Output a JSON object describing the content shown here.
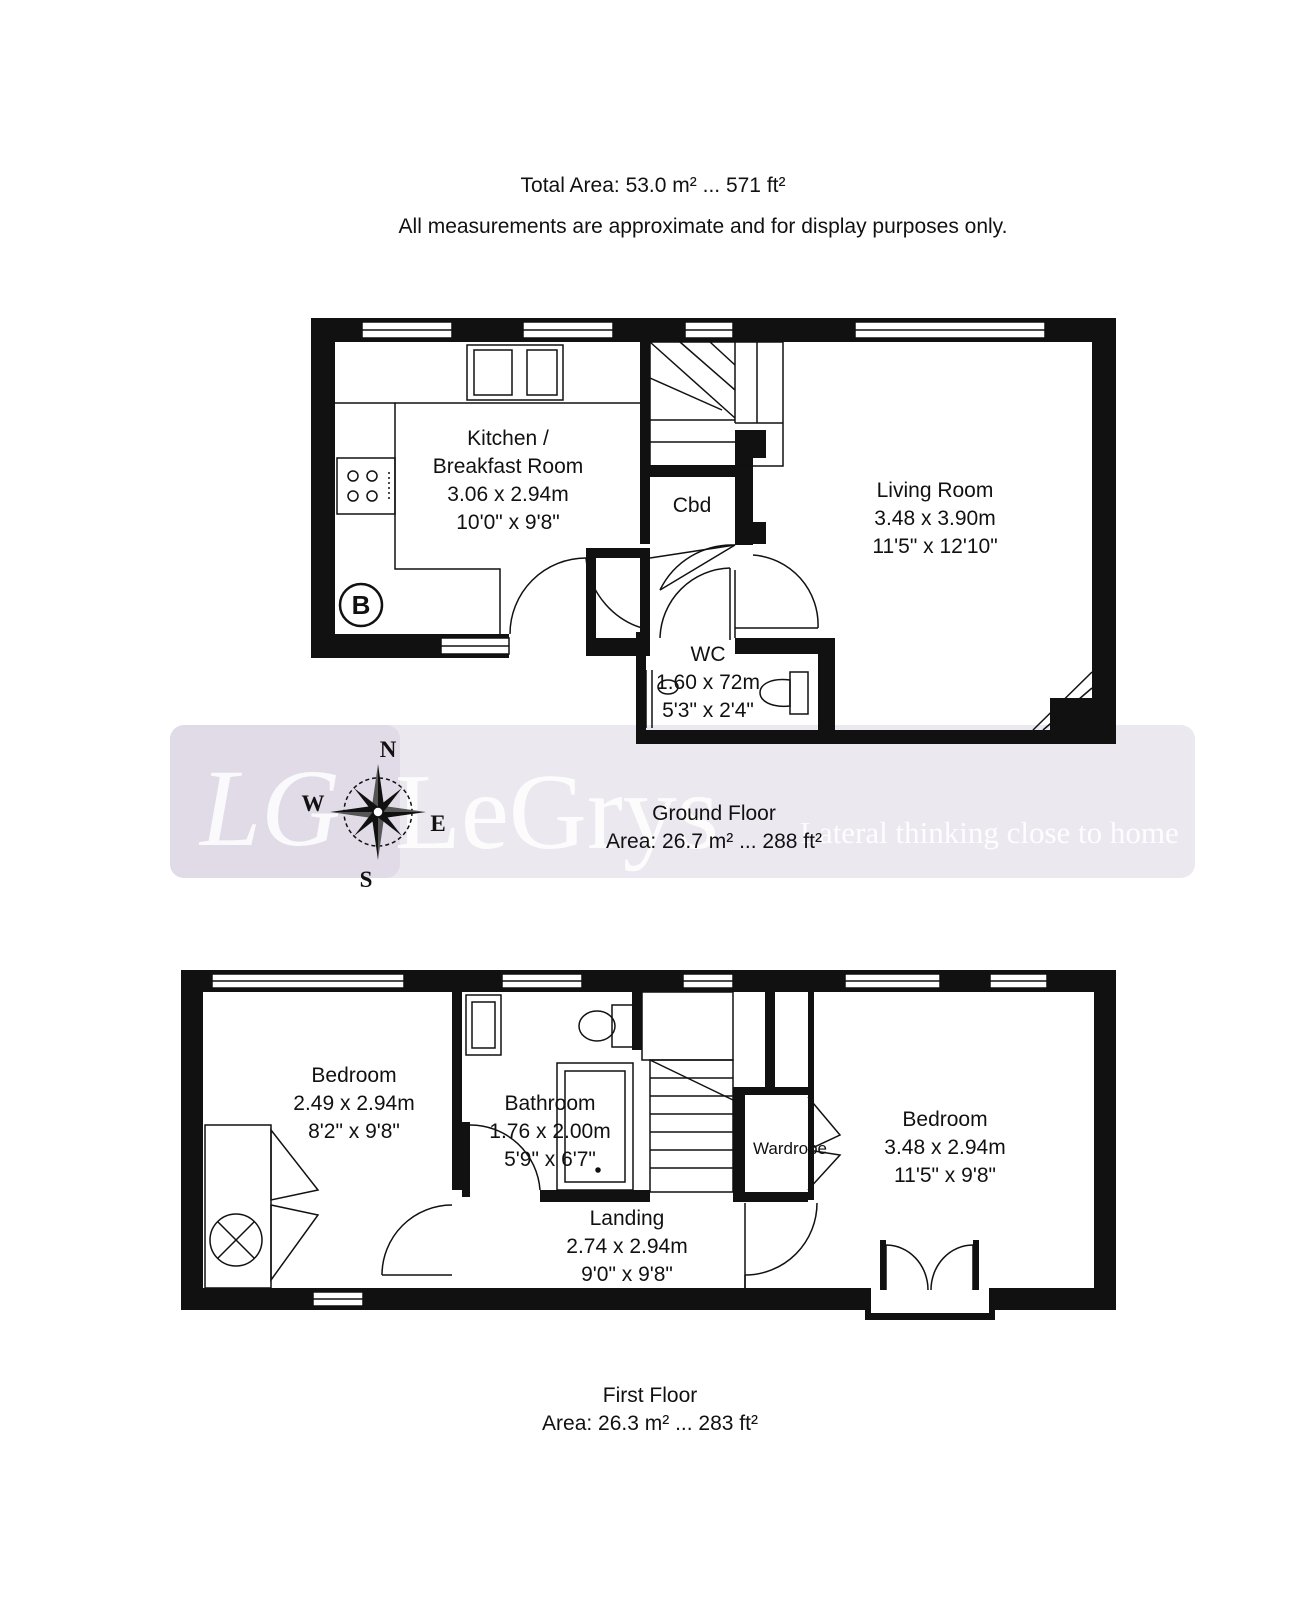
{
  "header": {
    "total_area": "Total Area: 53.0 m² ... 571 ft²",
    "disclaimer": "All measurements are approximate and for display purposes only."
  },
  "ground_floor": {
    "name": "Ground Floor",
    "area": "Area: 26.7 m² ... 288 ft²",
    "rooms": {
      "kitchen": {
        "line1": "Kitchen /",
        "line2": "Breakfast Room",
        "metric": "3.06 x 2.94m",
        "imperial": "10'0\" x 9'8\""
      },
      "living": {
        "name": "Living Room",
        "metric": "3.48 x 3.90m",
        "imperial": "11'5\" x 12'10\""
      },
      "cbd": {
        "name": "Cbd"
      },
      "wc": {
        "name": "WC",
        "metric": "1.60 x 72m",
        "imperial": "5'3\" x 2'4\""
      }
    },
    "boiler_symbol": "B"
  },
  "first_floor": {
    "name": "First Floor",
    "area": "Area: 26.3 m² ... 283 ft²",
    "rooms": {
      "bedroom1": {
        "name": "Bedroom",
        "metric": "2.49 x 2.94m",
        "imperial": "8'2\" x 9'8\""
      },
      "bathroom": {
        "name": "Bathroom",
        "metric": "1.76 x 2.00m",
        "imperial": "5'9\" x 6'7\""
      },
      "landing": {
        "name": "Landing",
        "metric": "2.74 x 2.94m",
        "imperial": "9'0\" x 9'8\""
      },
      "wardrobe": {
        "name": "Wardrobe"
      },
      "bedroom2": {
        "name": "Bedroom",
        "metric": "3.48 x 2.94m",
        "imperial": "11'5\" x 9'8\""
      }
    }
  },
  "compass": {
    "n": "N",
    "s": "S",
    "e": "E",
    "w": "W",
    "icon": "compass-rose-icon"
  },
  "watermark": {
    "monogram": "LG",
    "brand": "LeGrys",
    "tagline": "Lateral thinking close to home",
    "color": "#ebe8f0"
  }
}
